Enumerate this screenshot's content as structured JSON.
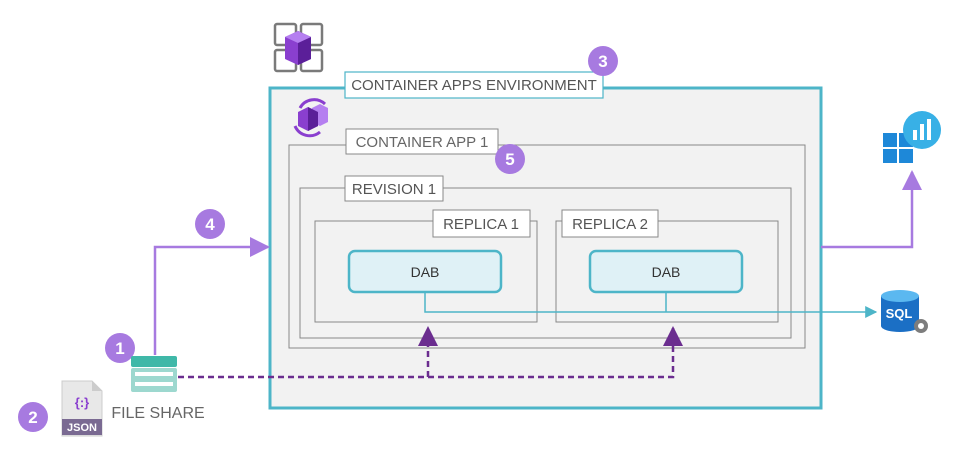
{
  "labels": {
    "environment": "CONTAINER APPS ENVIRONMENT",
    "container_app": "CONTAINER APP 1",
    "revision": "REVISION 1",
    "replica1": "REPLICA 1",
    "replica2": "REPLICA 2",
    "dab1": "DAB",
    "dab2": "DAB",
    "file_share": "FILE SHARE",
    "json_badge": "JSON",
    "json_braces": "{:}",
    "sql": "SQL"
  },
  "steps": {
    "one": "1",
    "two": "2",
    "three": "3",
    "four": "4",
    "five": "5"
  },
  "colors": {
    "environment_border": "#4db5c8",
    "dab_border": "#4db5c8",
    "dab_fill": "#dff1f6",
    "arrow_purple": "#a77ae0",
    "dashed_purple": "#6b2d8f",
    "step_badge": "#a77ae0",
    "inner_border": "#888888",
    "inner_fill": "#f2f2f2"
  },
  "icons": {
    "environment": "container-apps-environment-icon",
    "container_app": "container-app-icon",
    "insights": "application-insights-icon",
    "sql": "sql-database-icon",
    "file_share": "file-share-icon",
    "json": "json-file-icon"
  }
}
